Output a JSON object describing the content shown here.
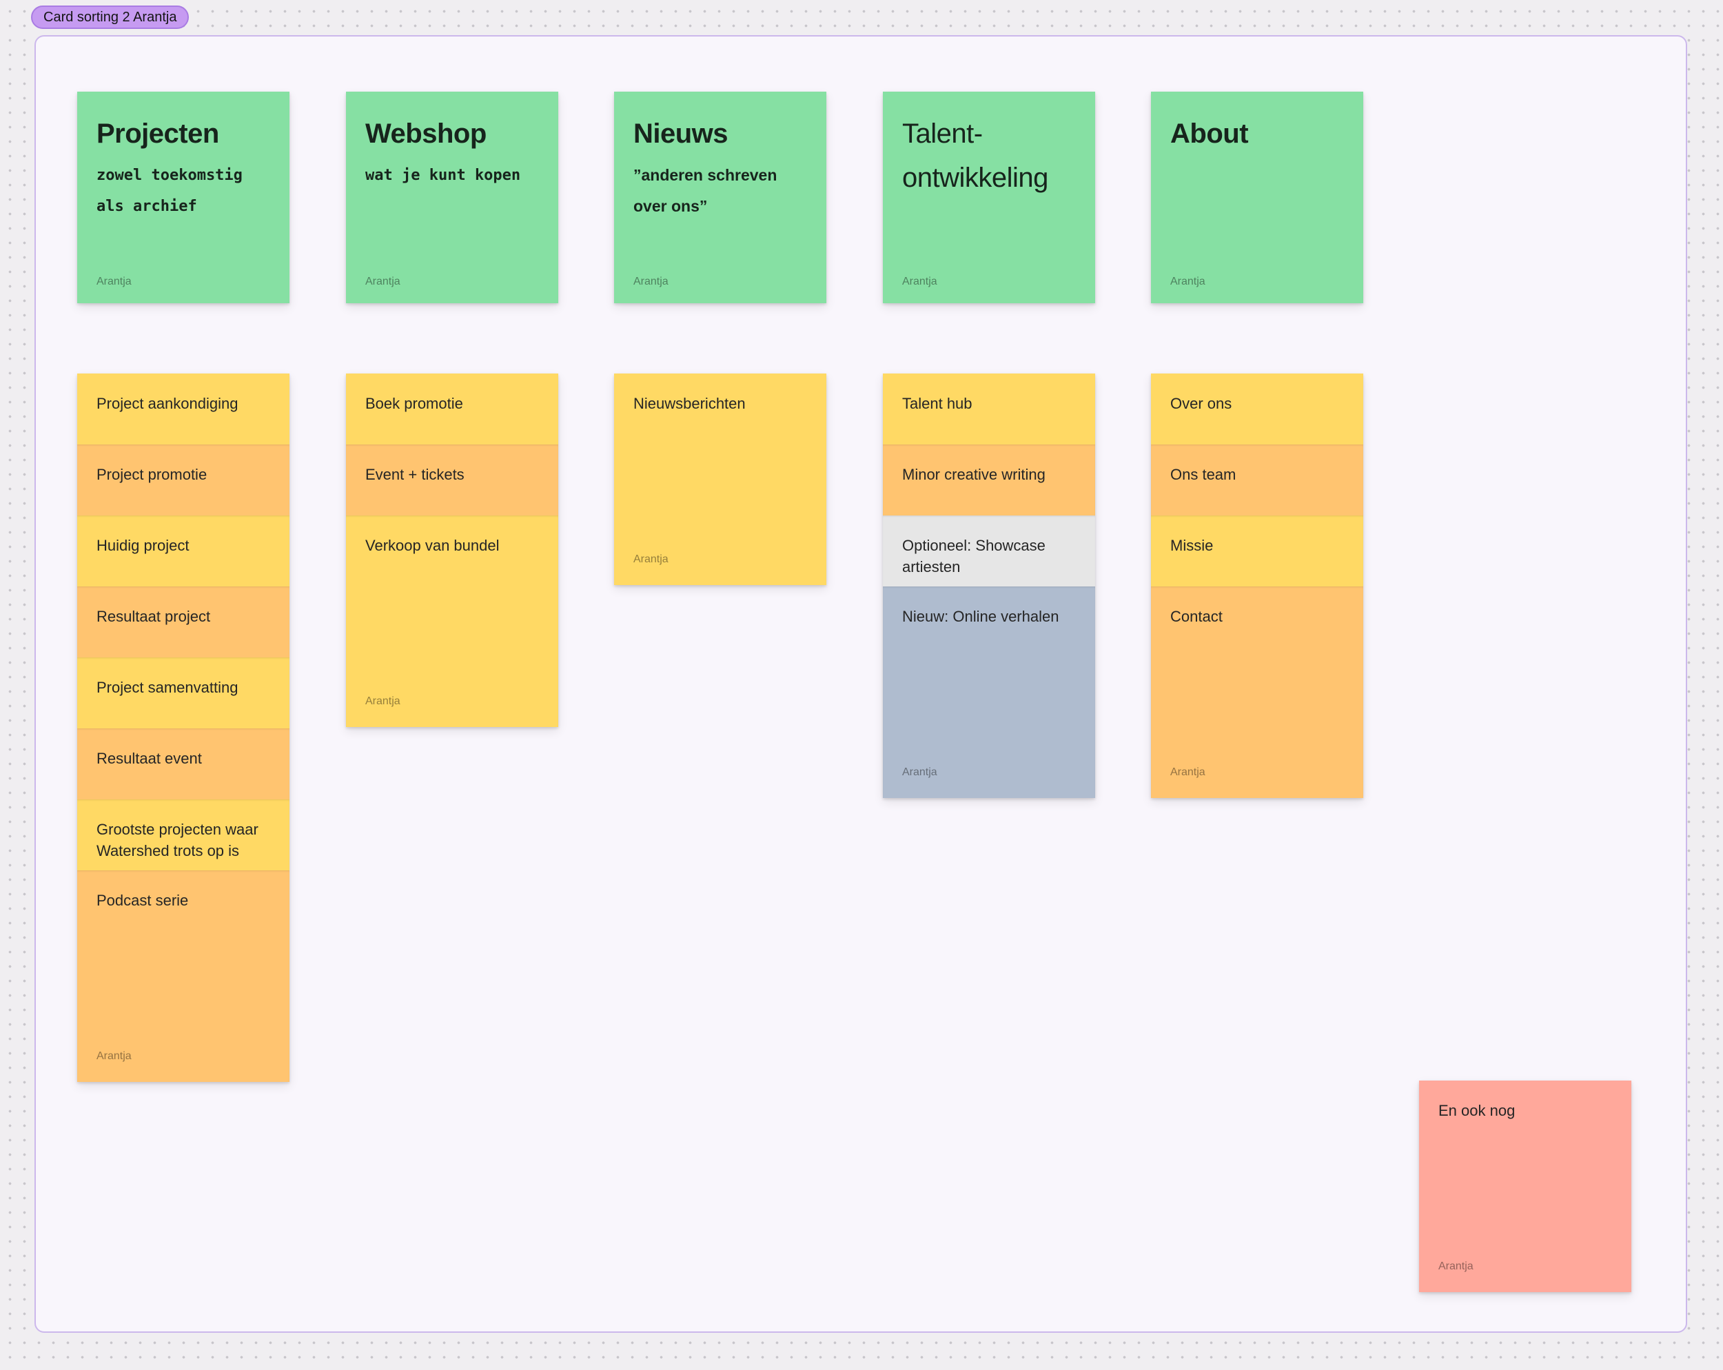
{
  "canvas": {
    "background": "#F0EEF1",
    "dot_color": "#C8C6CB"
  },
  "section": {
    "label": "Card sorting 2 Arantja",
    "fill": "#F9F6FC",
    "border": "#CCB8EC",
    "label_fill": "#C69BF1"
  },
  "author": "Arantja",
  "palette": {
    "green": "#86E0A3",
    "yellow": "#FFD964",
    "orange": "#FFC470",
    "gray": "#E6E6E6",
    "blue": "#AFBCCF",
    "red": "#FFA89B"
  },
  "columns": [
    {
      "header": {
        "title": "Projecten",
        "subtitle": "zowel toekomstig als archief"
      },
      "cards": [
        {
          "text": "Project aankondiging",
          "color": "yellow"
        },
        {
          "text": "Project promotie",
          "color": "orange"
        },
        {
          "text": "Huidig project",
          "color": "yellow"
        },
        {
          "text": "Resultaat project",
          "color": "orange"
        },
        {
          "text": "Project samenvatting",
          "color": "yellow"
        },
        {
          "text": "Resultaat event",
          "color": "orange"
        },
        {
          "text": "Grootste projecten waar Watershed trots op is",
          "color": "yellow"
        }
      ],
      "tail": {
        "text": "Podcast serie",
        "color": "orange"
      }
    },
    {
      "header": {
        "title": "Webshop",
        "subtitle": "wat je kunt kopen"
      },
      "cards": [
        {
          "text": "Boek promotie",
          "color": "yellow"
        },
        {
          "text": "Event + tickets",
          "color": "orange"
        }
      ],
      "tail": {
        "text": "Verkoop van bundel",
        "color": "yellow"
      }
    },
    {
      "header": {
        "title": "Nieuws",
        "subtitle": "”anderen schreven over ons”"
      },
      "cards": [],
      "tail": {
        "text": "Nieuwsberichten",
        "color": "yellow"
      }
    },
    {
      "header": {
        "title": "Talent-ontwikkeling"
      },
      "cards": [
        {
          "text": "Talent hub",
          "color": "yellow"
        },
        {
          "text": "Minor creative writing",
          "color": "orange"
        },
        {
          "text": "Optioneel: Showcase artiesten",
          "color": "gray"
        }
      ],
      "tail": {
        "text": "Nieuw: Online verhalen",
        "color": "blue"
      }
    },
    {
      "header": {
        "title": "About"
      },
      "cards": [
        {
          "text": "Over ons",
          "color": "yellow"
        },
        {
          "text": "Ons team",
          "color": "orange"
        },
        {
          "text": "Missie",
          "color": "yellow"
        }
      ],
      "tail": {
        "text": "Contact",
        "color": "orange"
      }
    }
  ],
  "floating_sticky": {
    "text": "En ook nog",
    "color": "red"
  }
}
